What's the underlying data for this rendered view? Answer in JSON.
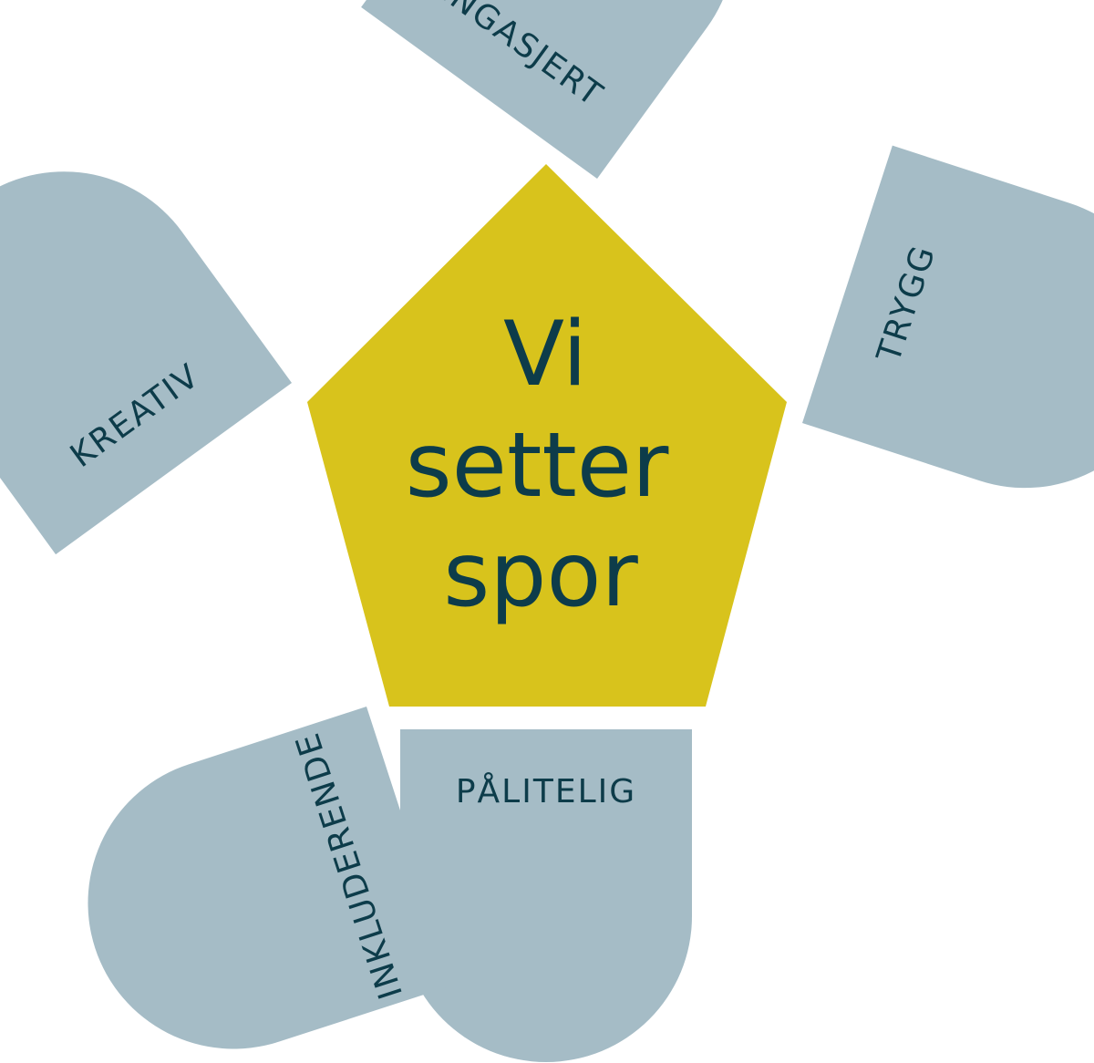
{
  "colors": {
    "petal": "#a5bcc6",
    "center": "#d8c31c",
    "text": "#0d3c4a",
    "background": "#ffffff"
  },
  "center": {
    "lines": [
      "Vi",
      "setter",
      "spor"
    ]
  },
  "petals": [
    {
      "id": "engasjert",
      "label": "ENGASJERT"
    },
    {
      "id": "trygg",
      "label": "TRYGG"
    },
    {
      "id": "palitelig",
      "label": "PÅLITELIG"
    },
    {
      "id": "inkluderende",
      "label": "INKLUDERENDE"
    },
    {
      "id": "kreativ",
      "label": "KREATIV"
    }
  ]
}
